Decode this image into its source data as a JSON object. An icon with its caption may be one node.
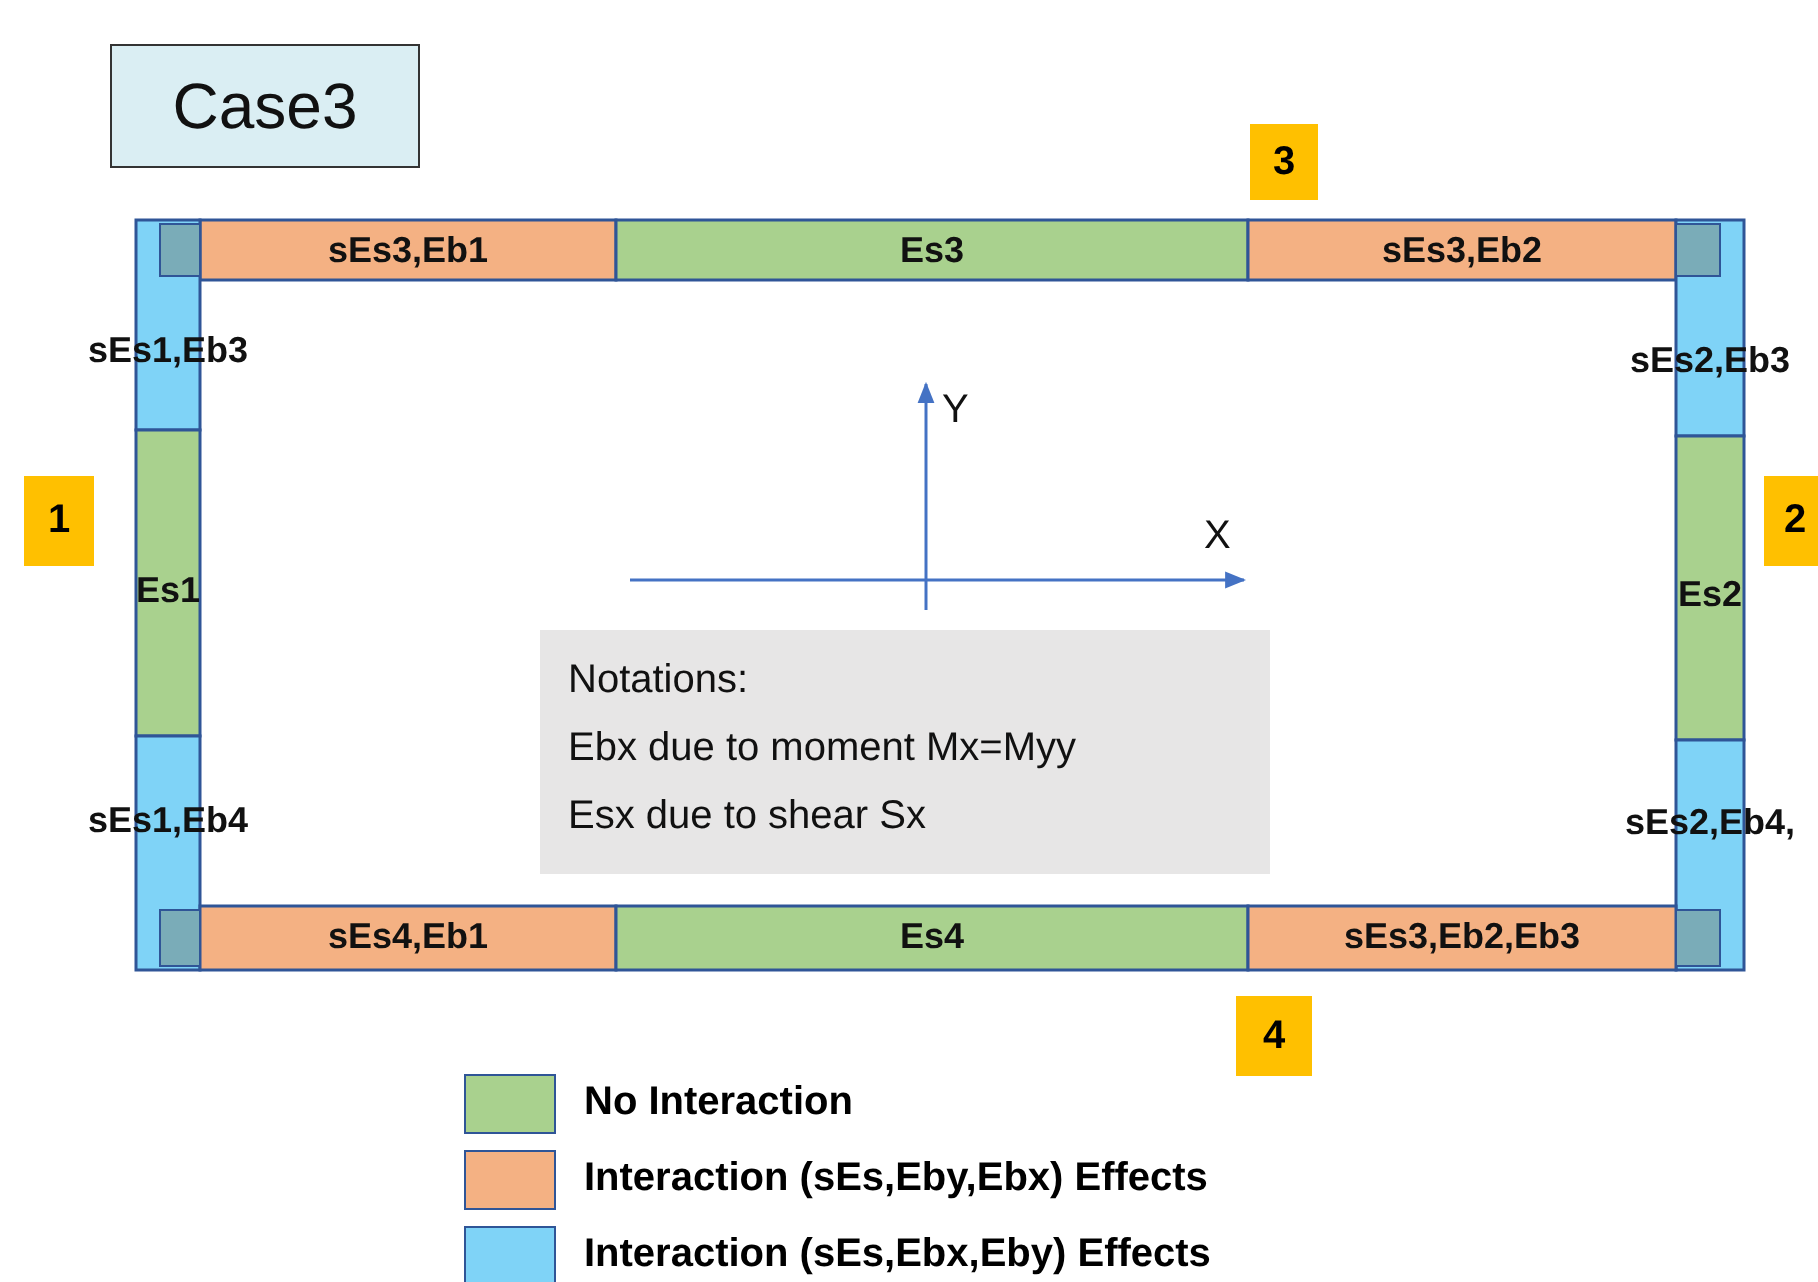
{
  "diagram": {
    "nodes": [
      {
        "text": [
          "Case3"
        ]
      },
      {
        "text": [
          "3"
        ]
      },
      {
        "text": [
          "sEs3,Eb1"
        ]
      },
      {
        "text": [
          "Es3"
        ]
      },
      {
        "text": [
          "sEs3,Eb2"
        ]
      },
      {
        "text": [
          "sEs1,Eb3"
        ]
      },
      {
        "text": [
          "sEs2,Eb3"
        ]
      },
      {
        "text": [
          "1"
        ]
      },
      {
        "text": [
          "Es1"
        ]
      },
      {
        "text": [
          "Es2"
        ]
      },
      {
        "text": [
          "2"
        ]
      },
      {
        "text": [
          "Notations:",
          "Ebx due to moment Mx=Myy",
          "Esx due to shear Sx"
        ]
      },
      {
        "text": [
          "sEs1,Eb4"
        ]
      },
      {
        "text": [
          "sEs2,Eb4,"
        ]
      },
      {
        "text": [
          "sEs4,Eb1"
        ]
      },
      {
        "text": [
          "Es4"
        ]
      },
      {
        "text": [
          "sEs3,Eb2,Eb3"
        ]
      },
      {
        "text": [
          "4"
        ]
      }
    ],
    "labels": [
      "Y",
      "X"
    ],
    "legend": [
      {
        "text": "No Interaction",
        "color": "#a9d18e"
      },
      {
        "text": "Interaction (sEs,Eby,Ebx) Effects",
        "color": "#f4b183"
      },
      {
        "text": "Interaction (sEs,Ebx,Eby) Effects",
        "color": "#7fd3f7"
      }
    ]
  }
}
